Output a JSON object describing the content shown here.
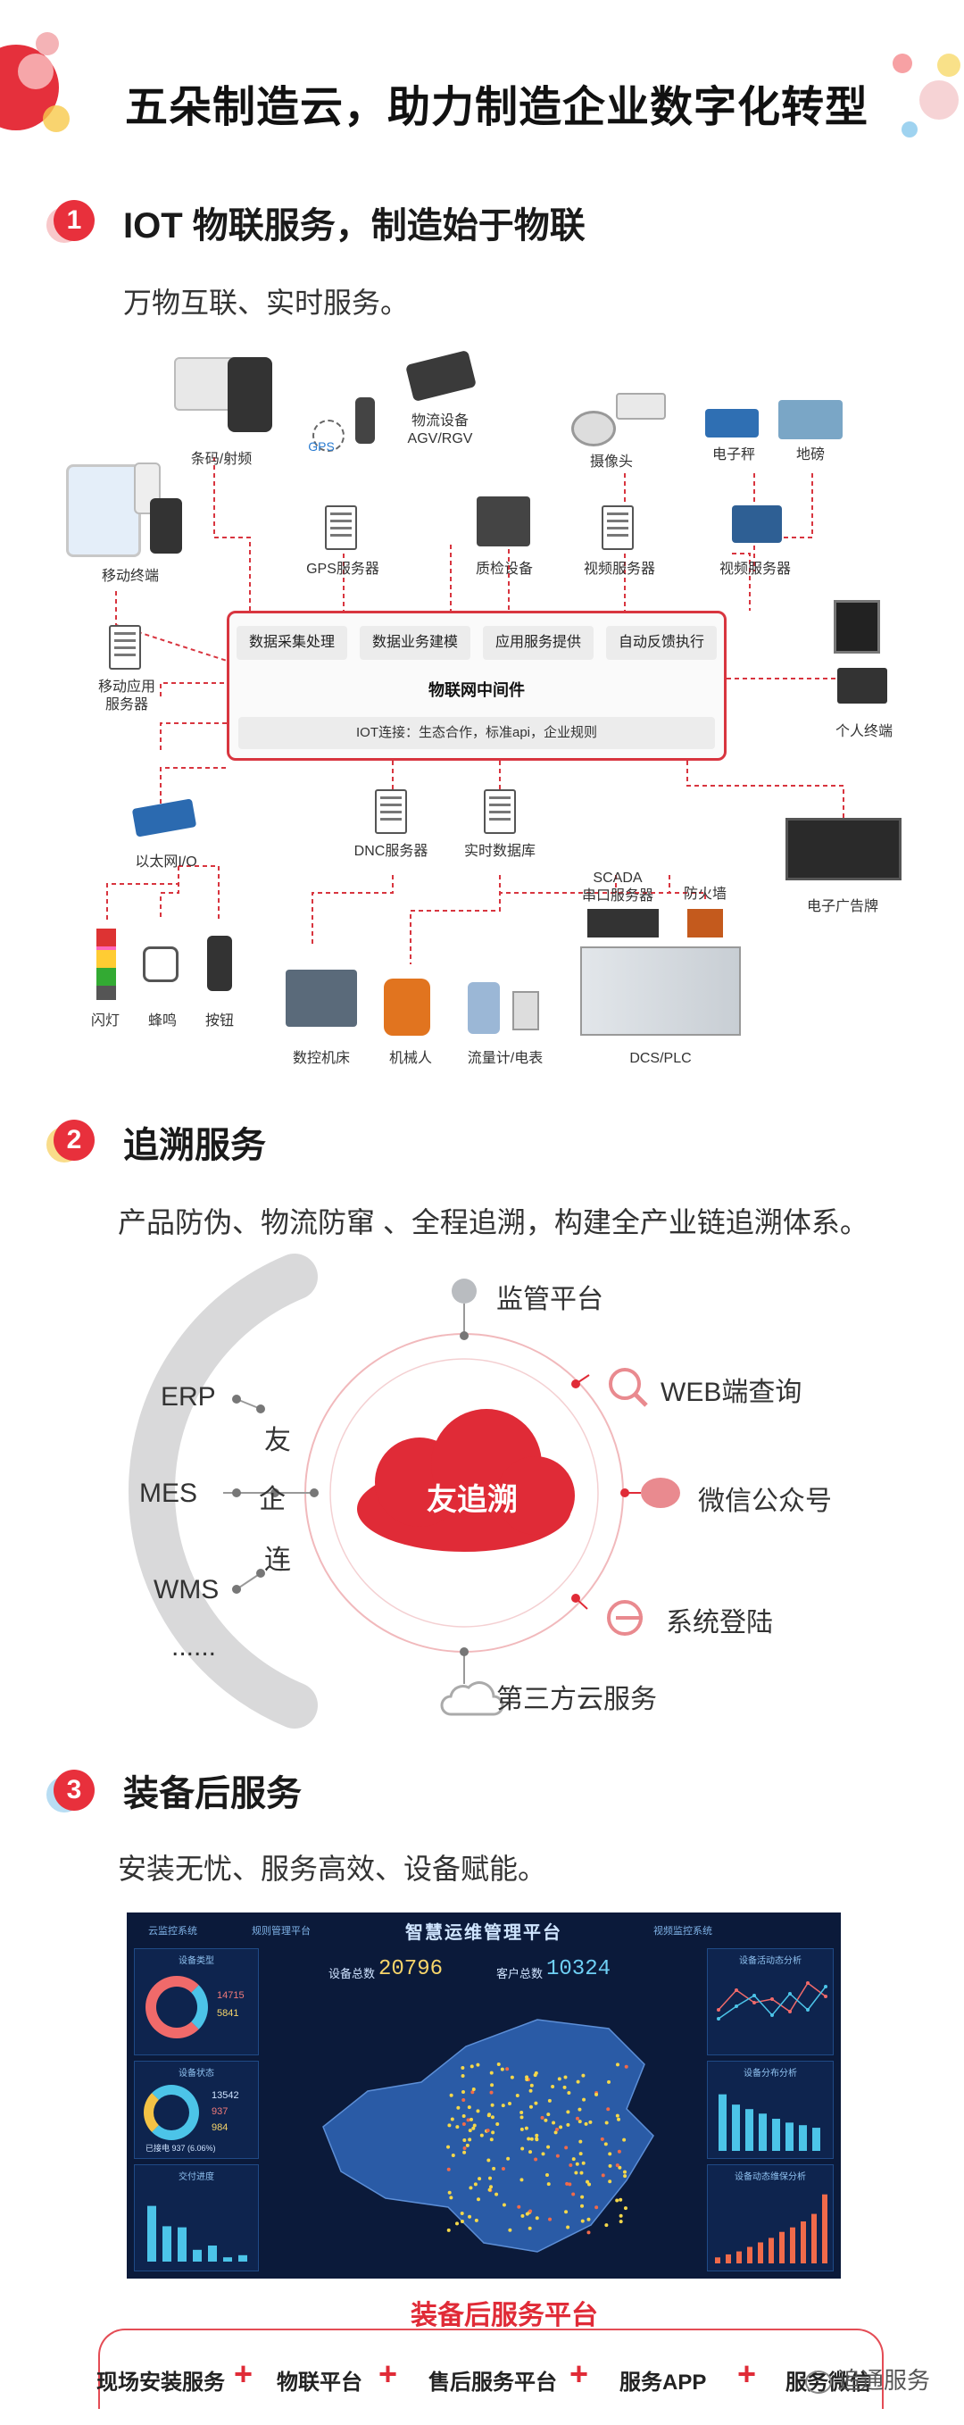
{
  "header": {
    "title": "五朵制造云，助力制造企业数字化转型"
  },
  "section1": {
    "num": "1",
    "title": "IOT 物联服务，制造始于物联",
    "subtitle": "万物互联、实时服务。",
    "devices": {
      "barcode": "条码/射频",
      "logistics": "物流设备\nAGV/RGV",
      "camera": "摄像头",
      "scale": "电子秤",
      "weighbridge": "地磅",
      "mobile_terminal": "移动终端",
      "gps_server": "GPS服务器",
      "qc_device": "质检设备",
      "video_server_1": "视频服务器",
      "video_server_2": "视频服务器",
      "mobile_app_server": "移动应用\n服务器",
      "personal_terminal": "个人终端",
      "ethernet_io": "以太网I/O",
      "dnc_server": "DNC服务器",
      "realtime_db": "实时数据库",
      "scada": "SCADA\n串口服务器",
      "firewall": "防火墙",
      "e_sign": "电子广告牌",
      "flash_light": "闪灯",
      "buzzer": "蜂鸣",
      "button": "按钮",
      "cnc": "数控机床",
      "robot": "机械人",
      "meter": "流量计/电表",
      "dcs": "DCS/PLC",
      "gps_tag": "GPS"
    },
    "middleware": {
      "chips": [
        "数据采集处理",
        "数据业务建模",
        "应用服务提供",
        "自动反馈执行"
      ],
      "title": "物联网中间件",
      "bottom": "IOT连接：生态合作，标准api，企业规则"
    }
  },
  "section2": {
    "num": "2",
    "title": "追溯服务",
    "subtitle": "产品防伪、物流防窜 、全程追溯，构建全产业链追溯体系。",
    "cloud": "友追溯",
    "arc_label": [
      "友",
      "企",
      "连"
    ],
    "left_items": [
      "ERP",
      "MES",
      "WMS",
      "......"
    ],
    "right_items": [
      "监管平台",
      "WEB端查询",
      "微信公众号",
      "系统登陆",
      "第三方云服务"
    ]
  },
  "section3": {
    "num": "3",
    "title": "装备后服务",
    "subtitle": "安装无忧、服务高效、设备赋能。",
    "dashboard": {
      "title": "智慧运维管理平台",
      "tabs": [
        "云监控系统",
        "规则管理平台",
        "视频监控系统"
      ],
      "device_total_label": "设备总数",
      "device_total": "20796",
      "customer_total_label": "客户总数",
      "customer_total": "10324",
      "panel_device_type": "设备类型",
      "panel_device_status": "设备状态",
      "panel_delivery": "交付进度",
      "panel_active": "设备活动态分析",
      "panel_distribution": "设备分布分析",
      "panel_maintenance": "设备动态维保分析",
      "type_values": [
        "14715",
        "5841"
      ],
      "status_values": [
        "13542",
        "937",
        "984"
      ],
      "status_badge": "已接电 937 (6.06%)",
      "delivery_values": [
        52,
        33,
        32,
        11,
        15,
        4,
        6
      ],
      "distribution_values": [
        88,
        72,
        65,
        58,
        50,
        44,
        40,
        36
      ],
      "maintenance_values": [
        8,
        12,
        16,
        22,
        28,
        34,
        42,
        48,
        56,
        66,
        92
      ],
      "active_series_a": [
        40,
        62,
        48,
        52,
        38,
        70,
        55
      ],
      "active_series_b": [
        30,
        44,
        56,
        34,
        58,
        40,
        66
      ]
    },
    "caption": "装备后服务平台",
    "services": [
      "现场安装服务",
      "物联平台",
      "售后服务平台",
      "服务APP",
      "服务微信"
    ],
    "plus": "+",
    "watermark": "追通服务"
  }
}
